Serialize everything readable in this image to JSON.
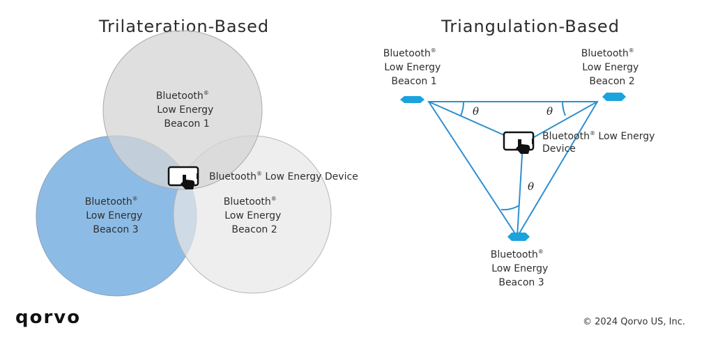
{
  "titles": {
    "left": "Trilateration-Based",
    "right": "Triangulation-Based"
  },
  "registered_mark": "®",
  "trilateration": {
    "beacon1": [
      "Bluetooth",
      "Low Energy",
      "Beacon 1"
    ],
    "beacon2": [
      "Bluetooth",
      "Low Energy",
      "Beacon 2"
    ],
    "beacon3": [
      "Bluetooth",
      "Low Energy",
      "Beacon 3"
    ],
    "device_label": "Bluetooth",
    "device_label_rest": " Low Energy Device"
  },
  "triangulation": {
    "beacon1": [
      "Bluetooth",
      "Low Energy",
      "Beacon 1"
    ],
    "beacon2": [
      "Bluetooth",
      "Low Energy",
      "Beacon 2"
    ],
    "beacon3": [
      "Bluetooth",
      "Low Energy",
      "Beacon 3"
    ],
    "device_label_line1": "Bluetooth",
    "device_label_line1_rest": " Low Energy",
    "device_label_line2": "Device",
    "angle_symbol": "θ"
  },
  "footer": {
    "logo_text": "qorvo",
    "copyright": "© 2024 Qorvo US, Inc."
  },
  "colors": {
    "beacon_blue": "#1aa3dd",
    "line_blue": "#2d8fd0",
    "circle_gray": "#d9d9d9",
    "circle_light": "#ececec",
    "circle_blue": "#7eb2e0"
  },
  "icons": [
    "phone-device-icon",
    "hand-pointer-icon",
    "beacon-hexagon-icon"
  ]
}
